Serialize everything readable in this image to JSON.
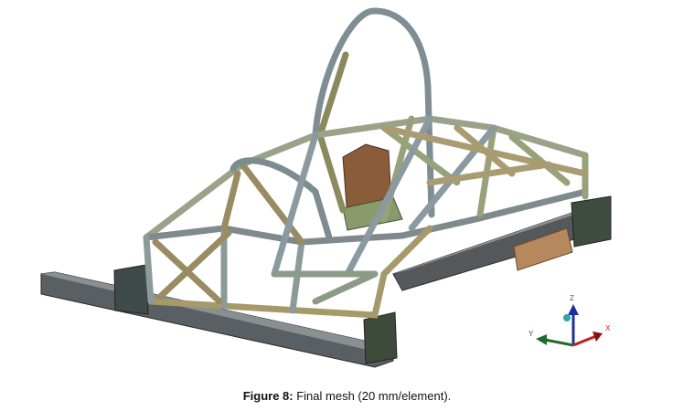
{
  "figure": {
    "label": "Figure 8:",
    "caption": " Final mesh (20 mm/element).",
    "axes": {
      "z": "Z",
      "y": "Y",
      "x": "X"
    },
    "colors": {
      "z_axis": "#1c2f9c",
      "y_axis": "#1f6a2c",
      "x_axis": "#c0201e",
      "rotation_ball": "#2aa6a8"
    }
  }
}
